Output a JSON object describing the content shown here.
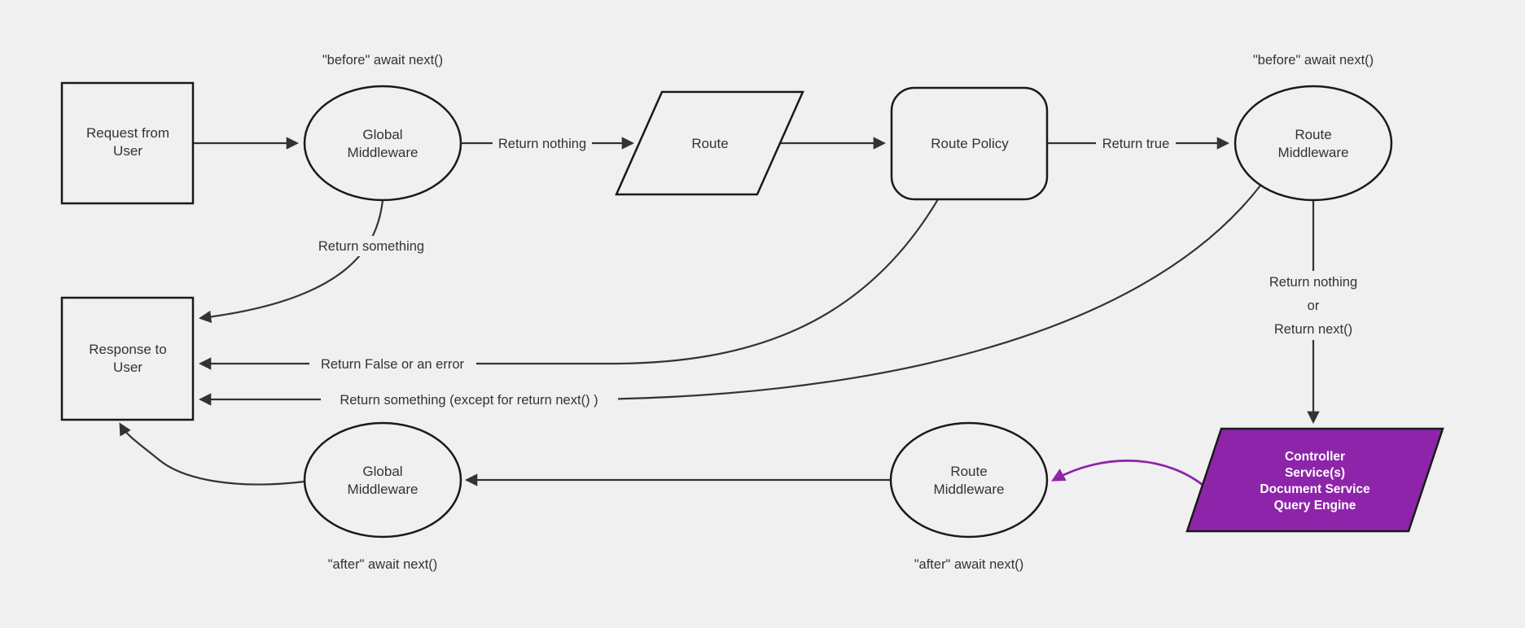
{
  "diagram": {
    "title": "request-middleware-lifecycle-flowchart",
    "colors": {
      "background": "#f0f0f0",
      "node_fill": "#f0f0f0",
      "node_stroke": "#1a1a1a",
      "edge_stroke": "#333333",
      "text": "#333333",
      "accent_fill": "#8e24aa",
      "accent_text": "#ffffff"
    },
    "nodes": {
      "request": {
        "shape": "rectangle",
        "lines": [
          "Request from",
          "User"
        ]
      },
      "global_middleware_top": {
        "shape": "ellipse",
        "lines": [
          "Global",
          "Middleware"
        ]
      },
      "route": {
        "shape": "parallelogram",
        "lines": [
          "Route"
        ]
      },
      "route_policy": {
        "shape": "rounded-rectangle",
        "lines": [
          "Route Policy"
        ]
      },
      "route_middleware_top": {
        "shape": "ellipse",
        "lines": [
          "Route",
          "Middleware"
        ]
      },
      "response": {
        "shape": "rectangle",
        "lines": [
          "Response to",
          "User"
        ]
      },
      "controller": {
        "shape": "parallelogram",
        "lines": [
          "Controller",
          "Service(s)",
          "Document Service",
          "Query Engine"
        ]
      },
      "route_middleware_bottom": {
        "shape": "ellipse",
        "lines": [
          "Route",
          "Middleware"
        ]
      },
      "global_middleware_bottom": {
        "shape": "ellipse",
        "lines": [
          "Global",
          "Middleware"
        ]
      }
    },
    "labels": {
      "before_left": "\"before\" await next()",
      "before_right": "\"before\" await next()",
      "after_left": "\"after\" await next()",
      "after_right": "\"after\" await next()",
      "return_nothing": "Return nothing",
      "return_true": "Return true",
      "return_something": "Return something",
      "return_false": "Return False or an error",
      "return_something_except": "Return something (except for return next() )",
      "return_nothing_or": [
        "Return nothing",
        "or",
        "Return next()"
      ]
    }
  }
}
